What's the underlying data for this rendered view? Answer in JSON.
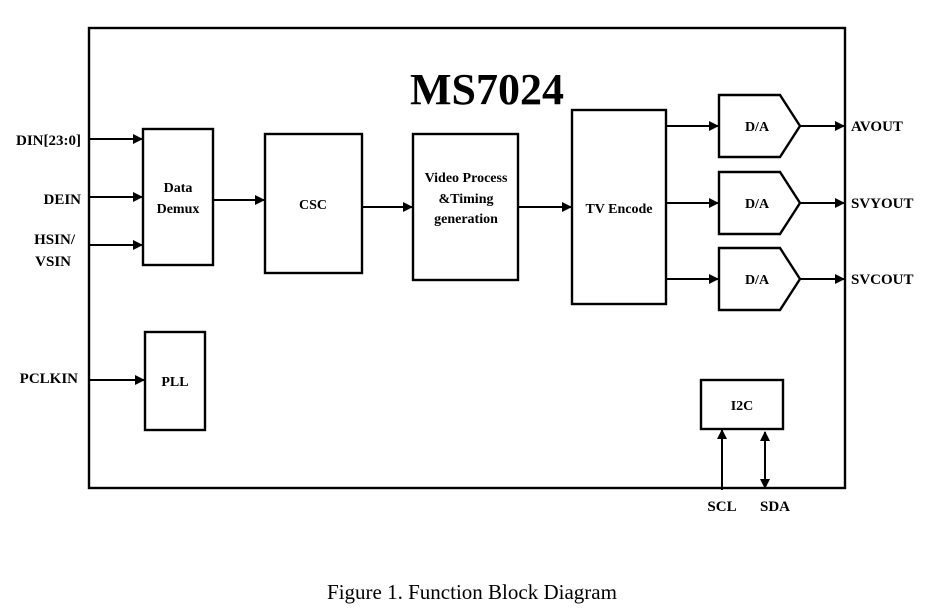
{
  "chip": {
    "title": "MS7024"
  },
  "inputs": {
    "din": "DIN[23:0]",
    "dein": "DEIN",
    "hsin": "HSIN/",
    "vsin": "VSIN",
    "pclkin": "PCLKIN"
  },
  "blocks": {
    "demux_line1": "Data",
    "demux_line2": "Demux",
    "csc": "CSC",
    "video_line1": "Video Process",
    "video_line2": "&Timing",
    "video_line3": "generation",
    "tv_encode": "TV Encode",
    "pll": "PLL",
    "i2c": "I2C",
    "dac1": "D/A",
    "dac2": "D/A",
    "dac3": "D/A"
  },
  "outputs": {
    "avout": "AVOUT",
    "svyout": "SVYOUT",
    "svcout": "SVCOUT"
  },
  "bus": {
    "scl": "SCL",
    "sda": "SDA"
  },
  "caption": "Figure 1. Function Block Diagram"
}
